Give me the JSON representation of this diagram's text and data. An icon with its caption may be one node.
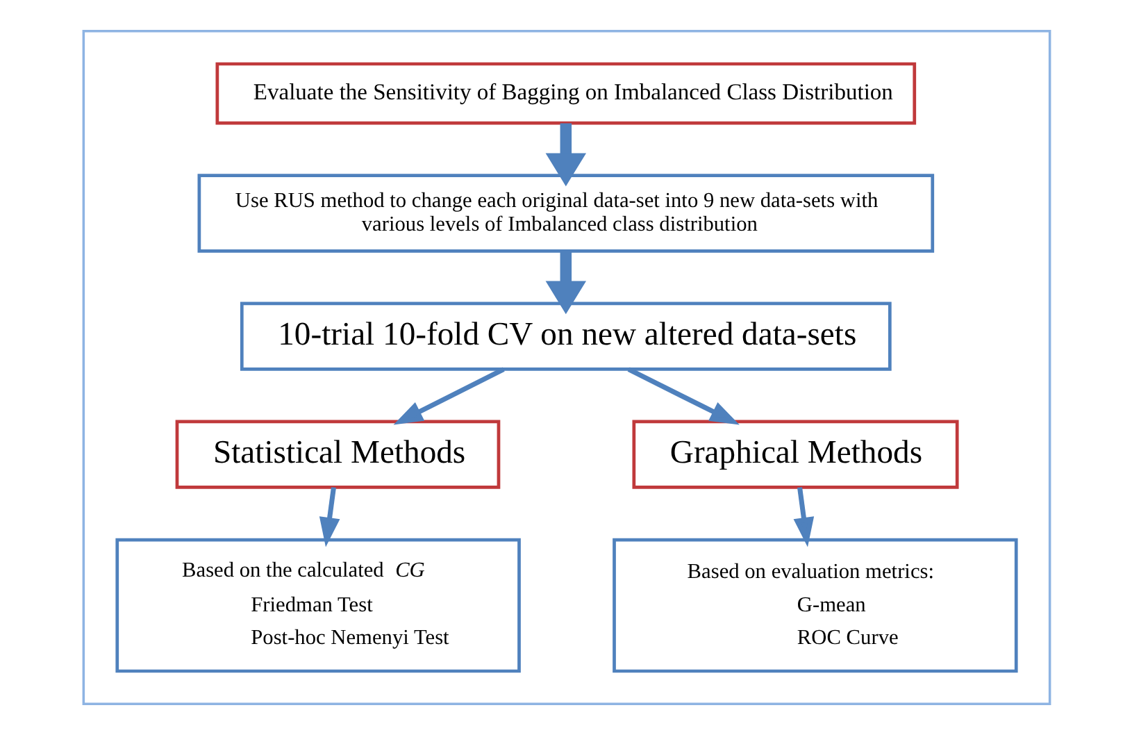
{
  "diagram": {
    "nodes": [
      {
        "text": [],
        "shape": "box"
      },
      {
        "text": [
          "Evaluate the Sensitivity of Bagging on Imbalanced Class Distribution"
        ],
        "in": 0
      },
      {
        "text": [
          "Use RUS method to change each original data-set into 9 new data-sets with various levels of Imbalanced class distribution"
        ],
        "in": 0
      },
      {
        "text": [
          "10-trial 10-fold CV on new altered data-sets"
        ],
        "in": 0
      },
      {
        "text": [
          "Statistical Methods"
        ],
        "in": 0
      },
      {
        "text": [
          "Graphical Methods"
        ],
        "in": 0
      },
      {
        "text": [
          "Based on the calculated *CG*",
          "Friedman Test",
          "Post-hoc Nemenyi Test"
        ],
        "in": 0
      },
      {
        "text": [
          "Based on evaluation metrics:",
          "G-mean",
          "ROC Curve"
        ],
        "in": 0
      }
    ],
    "edges": [
      {
        "from": 1,
        "to": 2,
        "arrow": "to",
        "style": "thick"
      },
      {
        "from": 2,
        "to": 3,
        "arrow": "to",
        "style": "thick"
      },
      {
        "from": 3,
        "to": 4,
        "arrow": "to"
      },
      {
        "from": 3,
        "to": 5,
        "arrow": "to"
      },
      {
        "from": 4,
        "to": 6,
        "arrow": "to"
      },
      {
        "from": 5,
        "to": 7,
        "arrow": "to"
      }
    ]
  }
}
